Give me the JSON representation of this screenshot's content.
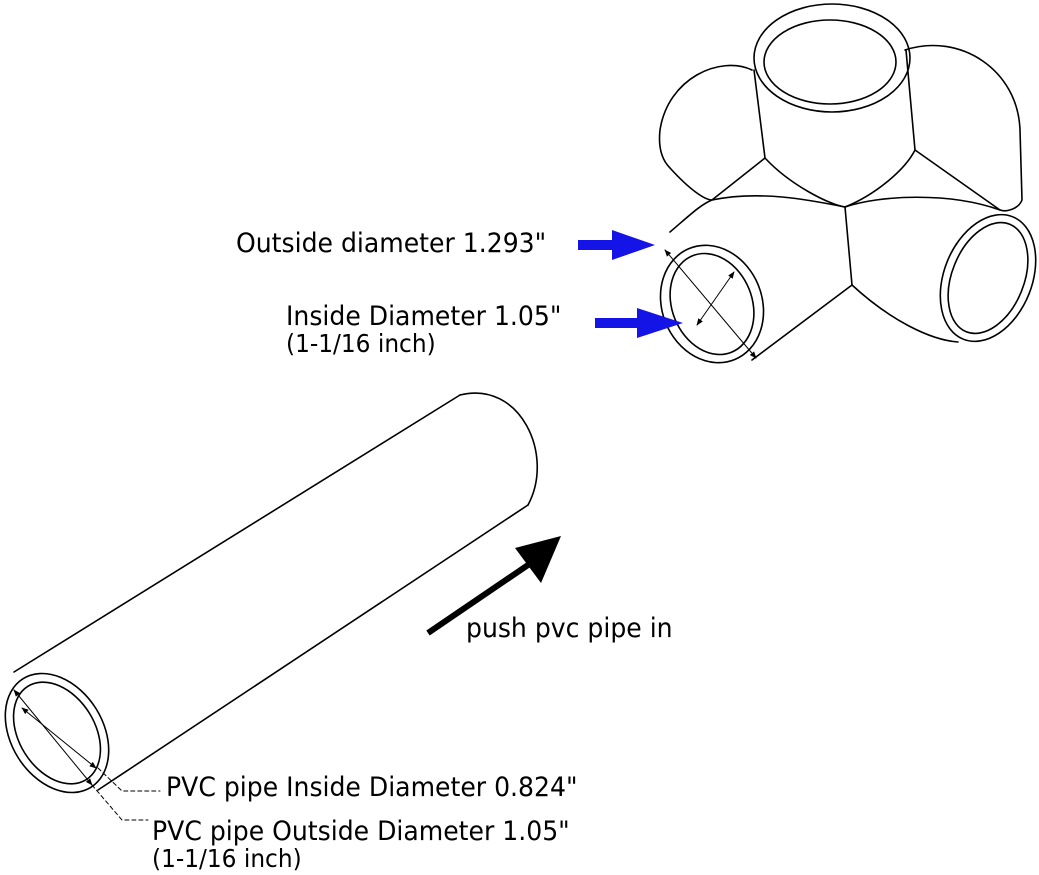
{
  "colors": {
    "line": "#000000",
    "arrow_blue": "#1414e6",
    "background": "#ffffff"
  },
  "fitting_labels": {
    "outside_diameter": "Outside diameter 1.293\"",
    "inside_diameter": "Inside Diameter 1.05\"",
    "inside_diameter_fraction": "(1-1/16 inch)"
  },
  "push_label": "push pvc pipe in",
  "pipe_labels": {
    "inside_diameter": "PVC pipe Inside Diameter 0.824\"",
    "outside_diameter": "PVC pipe Outside Diameter 1.05\"",
    "outside_diameter_fraction": "(1-1/16 inch)"
  }
}
